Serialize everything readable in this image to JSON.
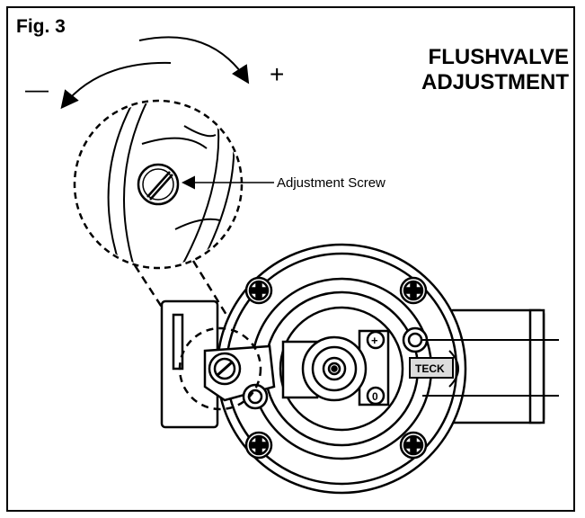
{
  "figure": {
    "label": "Fig. 3",
    "title_line1": "FLUSHVALVE",
    "title_line2": "ADJUSTMENT",
    "minus_sign": "—",
    "plus_sign": "+",
    "callout": "Adjustment Screw",
    "brand_mark": "TECK",
    "marker_plus": "+",
    "marker_zero": "0"
  },
  "icons": {
    "screw_head": "slotted-screw-icon",
    "mount_screw": "phillips-screw-icon"
  },
  "colors": {
    "line": "#000000",
    "fill_light": "#dcdcdc",
    "background": "#ffffff"
  }
}
